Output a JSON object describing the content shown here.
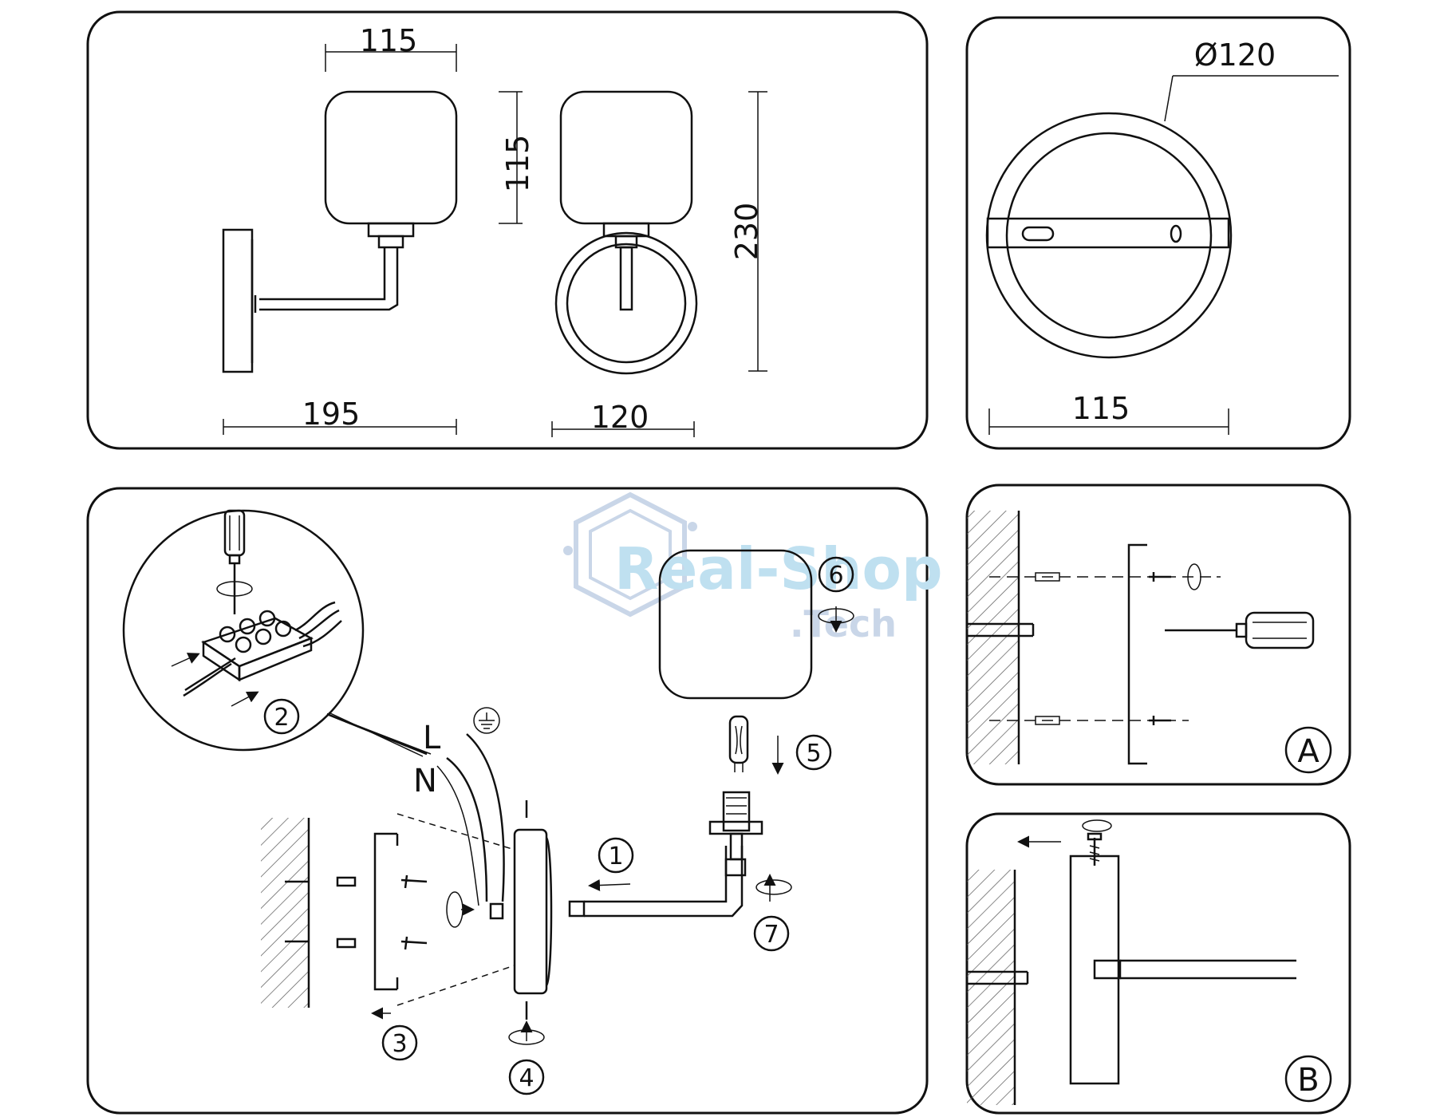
{
  "dimensions": {
    "side_width": "115",
    "shade_height": "115",
    "total_height": "230",
    "projection": "195",
    "front_width": "120",
    "base_diameter": "Ø120",
    "plate_width": "115"
  },
  "steps": [
    "1",
    "2",
    "3",
    "4",
    "5",
    "6",
    "7"
  ],
  "wire_labels": {
    "live": "L",
    "neutral": "N"
  },
  "detail_labels": {
    "a": "A",
    "b": "B"
  },
  "watermark": {
    "line1": "Real-Shop",
    "line2": ".Tech"
  },
  "colors": {
    "line": "#111111",
    "watermark_blue": "#bfe0f0",
    "watermark_grey": "#c9d6e8"
  },
  "icons": [
    "screwdriver-icon",
    "rotate-arrow-icon",
    "ground-symbol-icon",
    "arrow-icon"
  ]
}
